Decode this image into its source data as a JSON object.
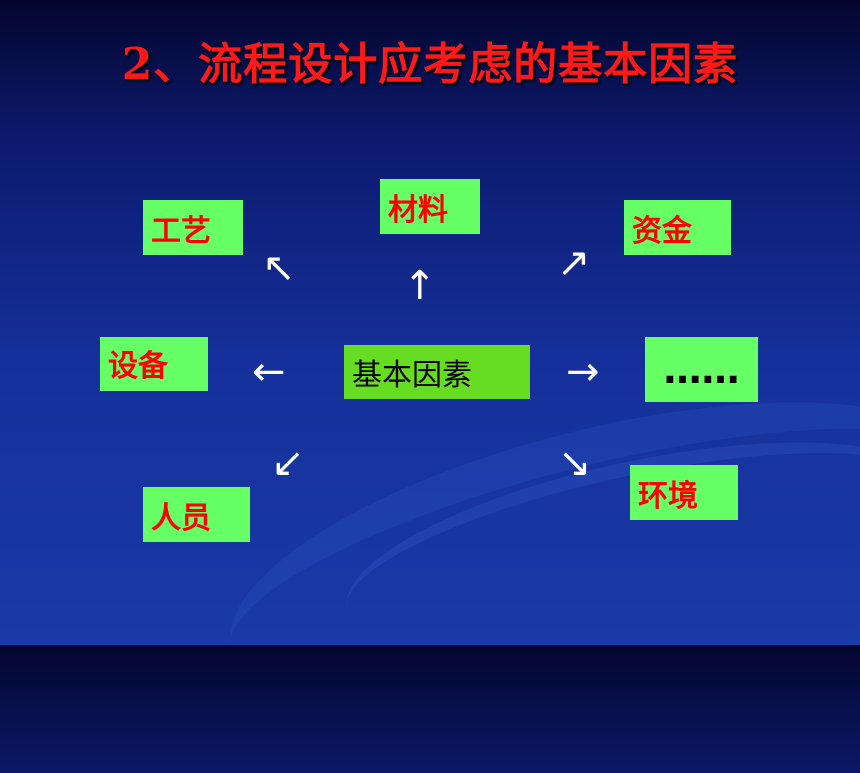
{
  "title": "2、流程设计应考虑的基本因素",
  "center": "基本因素",
  "factors": {
    "craft": "工艺",
    "material": "材料",
    "funds": "资金",
    "equipment": "设备",
    "more": "……",
    "personnel": "人员",
    "environment": "环境"
  },
  "arrows": {
    "up_left": "↖",
    "up": "↑",
    "up_right": "↗",
    "left": "←",
    "right": "→",
    "down_left": "↙",
    "down_right": "↘"
  },
  "colors": {
    "title": "#ff1a1a",
    "box_fill": "#66ff66",
    "center_fill": "#66dd22",
    "box_text": "#ff0000",
    "background": "#15309a"
  }
}
